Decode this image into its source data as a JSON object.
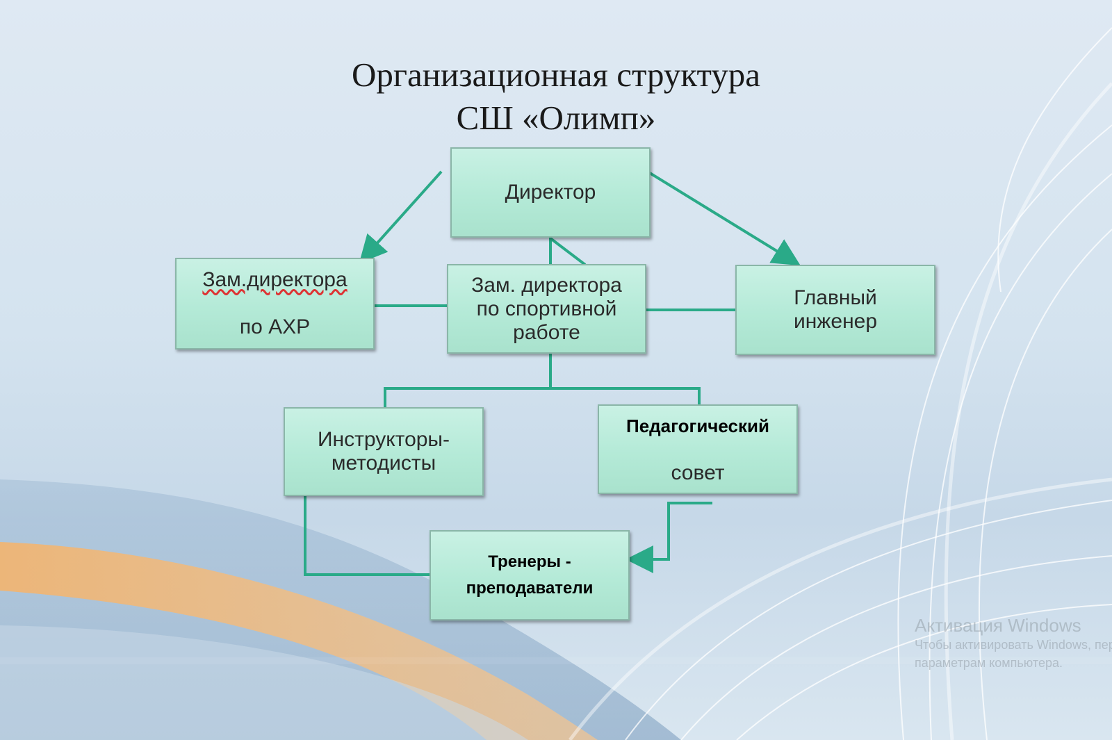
{
  "title": {
    "line1": "Организационная структура",
    "line2": "СШ «Олимп»"
  },
  "boxes": {
    "director": "Директор",
    "deputy_ahr_line1": "Зам.директора",
    "deputy_ahr_line2": "по АХР",
    "deputy_sport": "Зам. директора\nпо спортивной\nработе",
    "chief_engineer": "Главный\nинженер",
    "instructors": "Инструкторы-\nметодисты",
    "ped_council_line1": "Педагогический",
    "ped_council_line2": "совет",
    "coaches": "Тренеры -\nпреподаватели"
  },
  "watermark": {
    "line1": "Активация Windows",
    "line2": "Чтобы активировать Windows, перейдите к",
    "line3": "параметрам компьютера."
  },
  "colors": {
    "connector": "#2aaa88",
    "box_fill": "#b4ead7",
    "accent_orange": "#f2a65a"
  }
}
